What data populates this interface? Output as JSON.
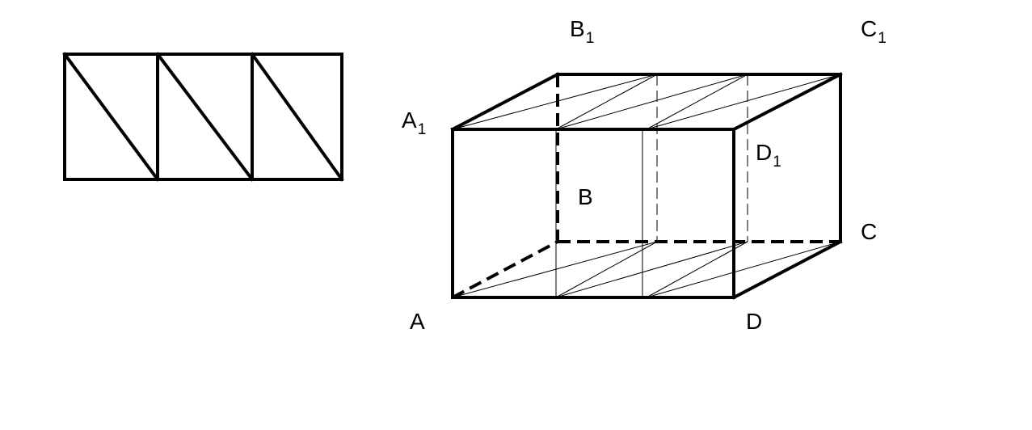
{
  "labels": {
    "A": "A",
    "A1": {
      "base": "A",
      "sub": "1"
    },
    "B": "B",
    "B1": {
      "base": "B",
      "sub": "1"
    },
    "C": "C",
    "C1": {
      "base": "C",
      "sub": "1"
    },
    "D": "D",
    "D1": {
      "base": "D",
      "sub": "1"
    }
  }
}
